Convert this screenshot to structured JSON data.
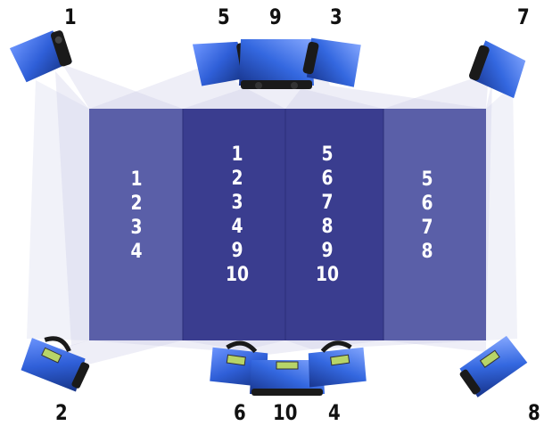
{
  "sensor_labels": {
    "s1": "1",
    "s2": "2",
    "s3": "3",
    "s4": "4",
    "s5": "5",
    "s6": "6",
    "s7": "7",
    "s8": "8",
    "s9": "9",
    "s10": "10"
  },
  "zones": [
    {
      "items": [
        "1",
        "2",
        "3",
        "4"
      ]
    },
    {
      "items": [
        "1",
        "2",
        "3",
        "4",
        "9",
        "10"
      ]
    },
    {
      "items": [
        "5",
        "6",
        "7",
        "8",
        "9",
        "10"
      ]
    },
    {
      "items": [
        "5",
        "6",
        "7",
        "8"
      ]
    }
  ],
  "colors": {
    "zone_light": "#5a5fa8",
    "zone_dark": "#3a3d8f",
    "beam": "#c9cbe6",
    "device_blue": "#2f5fd8",
    "device_dark": "#1c2f7a"
  }
}
